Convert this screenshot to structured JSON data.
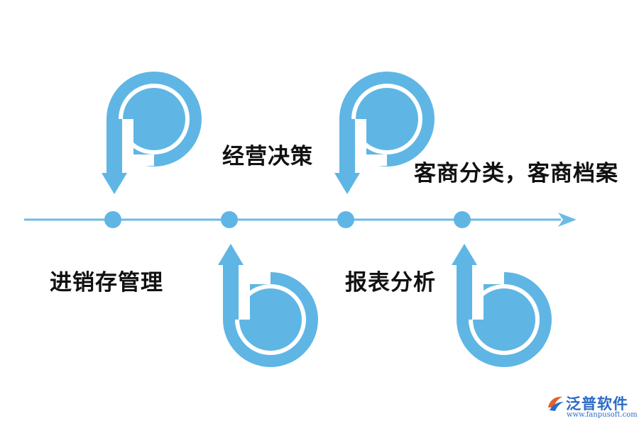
{
  "colors": {
    "accent": "#5fb6e4",
    "line": "#6cbbe6",
    "text": "#111111",
    "brand": "#2a6bc4"
  },
  "steps": [
    {
      "label": "进销存管理",
      "icon": "loop-down-arrow-icon"
    },
    {
      "label": "经营决策",
      "icon": "loop-up-arrow-icon"
    },
    {
      "label": "报表分析",
      "icon": "loop-down-arrow-icon"
    },
    {
      "label": "客商分类，客商档案",
      "icon": "loop-up-arrow-icon"
    }
  ],
  "logo": {
    "name": "泛普软件",
    "url": "www.fanpusoft.com",
    "icon": "fanpu-logo-icon"
  }
}
